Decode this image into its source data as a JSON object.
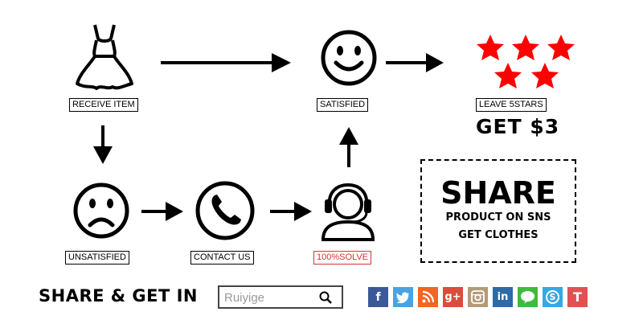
{
  "nodes": {
    "receive": "RECEIVE ITEM",
    "satisfied": "SATISFIED",
    "leave": "LEAVE 5STARS",
    "unsatisfied": "UNSATISFIED",
    "contact": "CONTACT US",
    "solve": "100%SOLVE"
  },
  "reward": "GET $3",
  "share_box": {
    "title": "SHARE",
    "line1": "PRODUCT ON SNS",
    "line2": "GET CLOTHES"
  },
  "footer": {
    "title": "SHARE & GET IN",
    "search_value": "Ruiyige"
  },
  "colors": {
    "star": "#ff0000",
    "solve_label": "#dd3333",
    "facebook": "#3b5998",
    "twitter": "#4aa3df",
    "rss": "#f26522",
    "googleplus": "#dd4b39",
    "instagram": "#b49a78",
    "linkedin": "#2e6aa6",
    "line": "#3dbb3d",
    "skype": "#37a8e0",
    "tumblr": "#e05252"
  },
  "social": [
    {
      "name": "facebook-icon",
      "glyph": "f",
      "color": "#3b5998"
    },
    {
      "name": "twitter-icon",
      "glyph": "t",
      "color": "#4aa3df"
    },
    {
      "name": "rss-icon",
      "glyph": "",
      "color": "#f26522"
    },
    {
      "name": "googleplus-icon",
      "glyph": "g+",
      "color": "#dd4b39"
    },
    {
      "name": "instagram-icon",
      "glyph": "",
      "color": "#b49a78"
    },
    {
      "name": "linkedin-icon",
      "glyph": "in",
      "color": "#2e6aa6"
    },
    {
      "name": "line-icon",
      "glyph": "",
      "color": "#3dbb3d"
    },
    {
      "name": "skype-icon",
      "glyph": "S",
      "color": "#37a8e0"
    },
    {
      "name": "tumblr-icon",
      "glyph": "T",
      "color": "#e05252"
    }
  ]
}
